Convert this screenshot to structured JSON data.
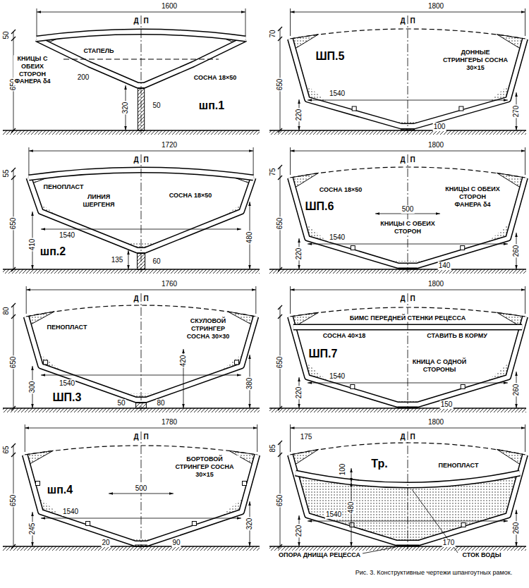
{
  "diagram": {
    "caption": "Рис. 3. Конструктивные чертежи шпангоутных рамок.",
    "labels": [
      "Д",
      "П",
      "1600",
      "50",
      "650",
      "КНИЦЫ С ОБЕИХ СТОРОН ФАНЕРА δ4",
      "СТАПЕЛЬ",
      "200",
      "СОСНА 18×50",
      "320",
      "50",
      "шп.1",
      "Д",
      "П",
      "1800",
      "70",
      "650",
      "ДОННЫЕ СТРИНГЕРЫ СОСНА 30×15",
      "ШП.5",
      "220",
      "1540",
      "270",
      "100",
      "Д",
      "П",
      "1720",
      "55",
      "650",
      "ПЕНОПЛАСТ",
      "ЛИНИЯ ШЕРГЕНЯ",
      "СОСНА 18×50",
      "410",
      "480",
      "1540",
      "135",
      "60",
      "шп.2",
      "Д",
      "П",
      "1800",
      "75",
      "650",
      "СОСНА 18×50",
      "КНИЦЫ С ОБЕИХ СТОРОН ФАНЕРА δ4",
      "ШП.6",
      "500",
      "КНИЦЫ С ОБЕИХ СТОРОН",
      "220",
      "1540",
      "260",
      "140",
      "Д",
      "П",
      "1760",
      "80",
      "650",
      "ПЕНОПЛАСТ",
      "СКУЛОВОЙ СТРИНГЕР СОСНА 30×30",
      "420",
      "ШП.3",
      "300",
      "1540",
      "380",
      "50",
      "80",
      "Д",
      "П",
      "1800",
      "650",
      "БИМС ПЕРЕДНЕЙ СТЕНКИ РЕЦЕССА",
      "СОСНА 40×18",
      "СТАВИТЬ В КОРМУ",
      "ШП.7",
      "КНИЦА С ОДНОЙ СТОРОНЫ",
      "220",
      "1540",
      "260",
      "150",
      "Д",
      "П",
      "1780",
      "65",
      "650",
      "БОРТОВОЙ СТРИНГЕР СОСНА 30×15",
      "шп.4",
      "500",
      "245",
      "1540",
      "320",
      "20",
      "90",
      "Д",
      "П",
      "1800",
      "85",
      "175",
      "650",
      "Тр.",
      "ПЕНОПЛАСТ",
      "100",
      "480",
      "220",
      "1540",
      "260",
      "170",
      "ОПОРА ДНИЩА РЕЦЕССА",
      "СТОК ВОДЫ"
    ]
  }
}
